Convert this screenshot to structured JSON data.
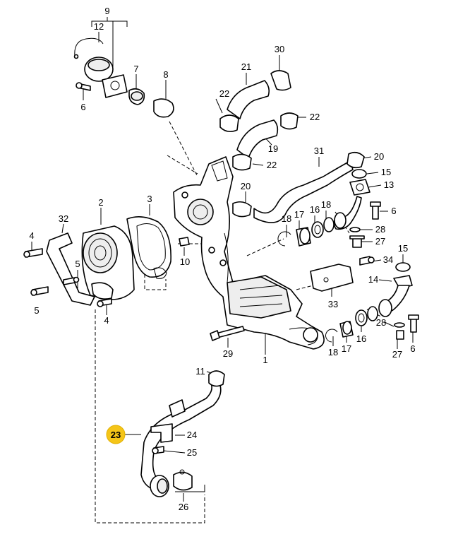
{
  "highlight_color": "#F5C518",
  "labels": {
    "p9": "9",
    "p12": "12",
    "p7": "7",
    "p8": "8",
    "p6a": "6",
    "p21": "21",
    "p30": "30",
    "p22a": "22",
    "p22b": "22",
    "p22c": "22",
    "p19": "19",
    "p31": "31",
    "p20a": "20",
    "p15a": "15",
    "p13": "13",
    "p20b": "20",
    "p6b": "6",
    "p28a": "28",
    "p27a": "27",
    "p18a": "18",
    "p17a": "17",
    "p16a": "16",
    "p18b": "18",
    "p32": "32",
    "p2": "2",
    "p3": "3",
    "p4a": "4",
    "p5a": "5",
    "p5b": "5",
    "p4b": "4",
    "p10": "10",
    "p34": "34",
    "p15b": "15",
    "p14": "14",
    "p33": "33",
    "p28b": "28",
    "p6c": "6",
    "p27b": "27",
    "p16b": "16",
    "p17b": "17",
    "p18c": "18",
    "p29": "29",
    "p1": "1",
    "p11": "11",
    "p23": "23",
    "p24": "24",
    "p25": "25",
    "p26": "26"
  }
}
